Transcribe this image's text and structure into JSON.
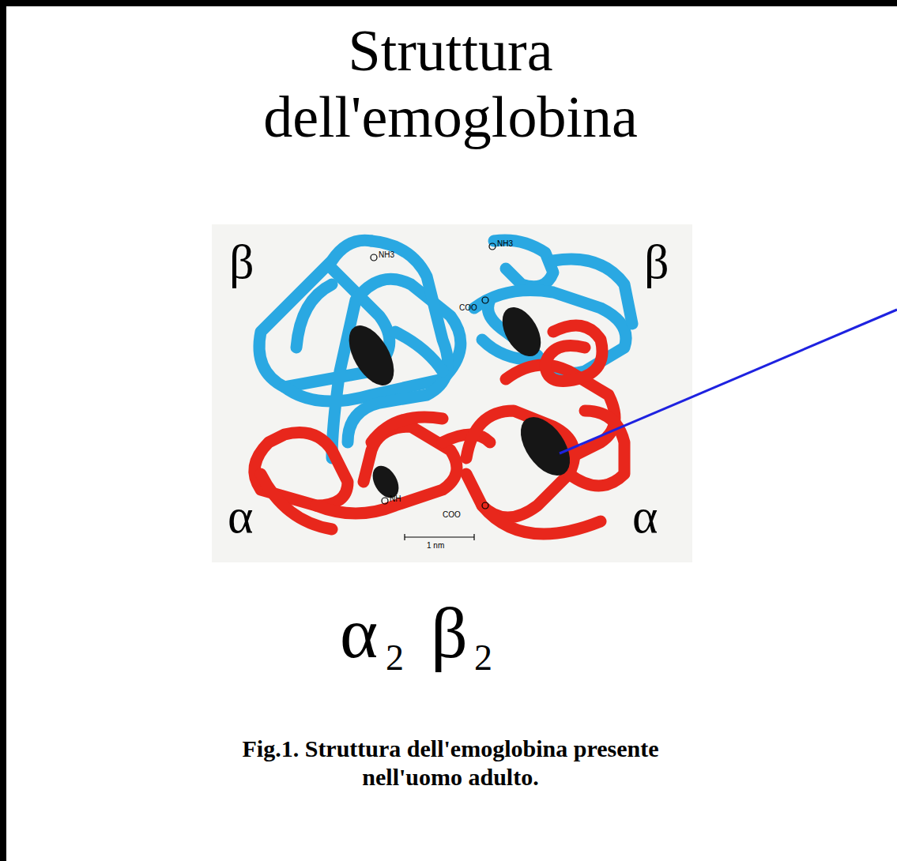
{
  "diagram": {
    "title": "Struttura dell'emoglobina",
    "caption": "Fig.1. Struttura dell'emoglobina presente nell'uomo adulto.",
    "labels": [
      "β",
      "β",
      "α",
      "α",
      "NH3",
      "NH3",
      "COO",
      "NH",
      "COO",
      "1 nm",
      "α",
      "2",
      "β",
      "2"
    ]
  }
}
